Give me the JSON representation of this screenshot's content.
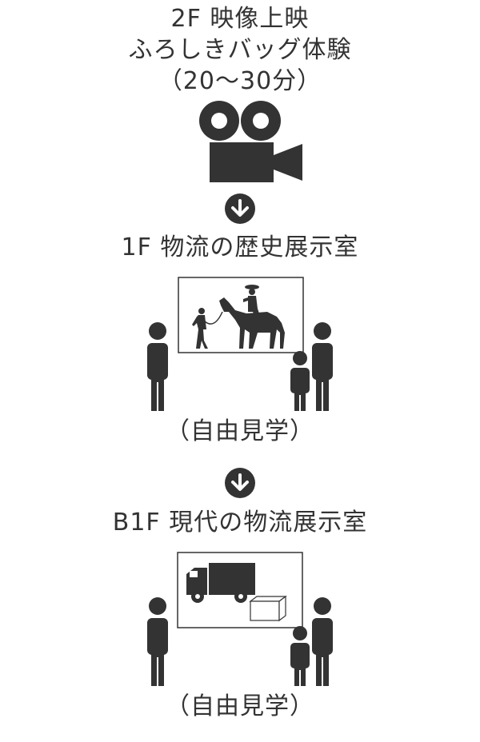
{
  "colors": {
    "ink": "#333333",
    "background": "#ffffff"
  },
  "step1": {
    "title_line1": "2F 映像上映",
    "title_line2": "ふろしきバッグ体験",
    "title_line3": "（20～30分）",
    "icon": "movie-camera-icon"
  },
  "arrow_icon": "arrow-down-circle-icon",
  "step2": {
    "title": "1F 物流の歴史展示室",
    "note": "（自由見学）",
    "exhibit_icon": "horse-and-rider-silhouette"
  },
  "step3": {
    "title": "B1F 現代の物流展示室",
    "note": "（自由見学）",
    "exhibit_icon": "truck-and-box-icon"
  }
}
